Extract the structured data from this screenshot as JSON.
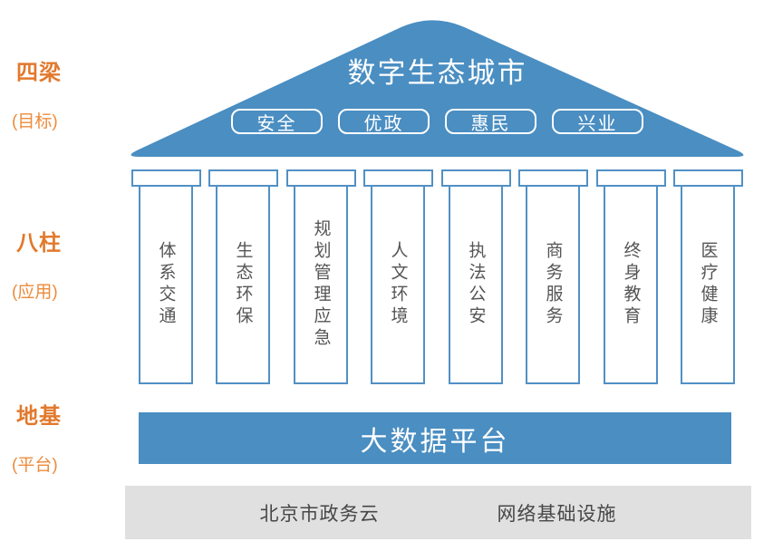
{
  "colors": {
    "roof_blue": "#4A8EC2",
    "pillar_border_blue": "#5290C4",
    "label_orange": "#E2792D",
    "label_orange_light": "#EC8B3C",
    "pillar_text_gray": "#555555",
    "infra_bar_gray": "#E0E0E0",
    "infra_text_gray": "#474747",
    "white": "#FFFFFF"
  },
  "left_labels": [
    {
      "title": "四梁",
      "subtitle": "(目标)"
    },
    {
      "title": "八柱",
      "subtitle": "(应用)"
    },
    {
      "title": "地基",
      "subtitle": "(平台)"
    }
  ],
  "roof": {
    "title": "数字生态城市",
    "goals": [
      {
        "label": "安全"
      },
      {
        "label": "优政"
      },
      {
        "label": "惠民"
      },
      {
        "label": "兴业"
      }
    ]
  },
  "pillars": [
    {
      "label": "体系交通"
    },
    {
      "label": "生态环保"
    },
    {
      "label": "规划管理应急"
    },
    {
      "label": "人文环境"
    },
    {
      "label": "执法公安"
    },
    {
      "label": "商务服务"
    },
    {
      "label": "终身教育"
    },
    {
      "label": "医疗健康"
    }
  ],
  "platform": {
    "label": "大数据平台"
  },
  "infrastructure": [
    {
      "label": "北京市政务云"
    },
    {
      "label": "网络基础设施"
    }
  ]
}
